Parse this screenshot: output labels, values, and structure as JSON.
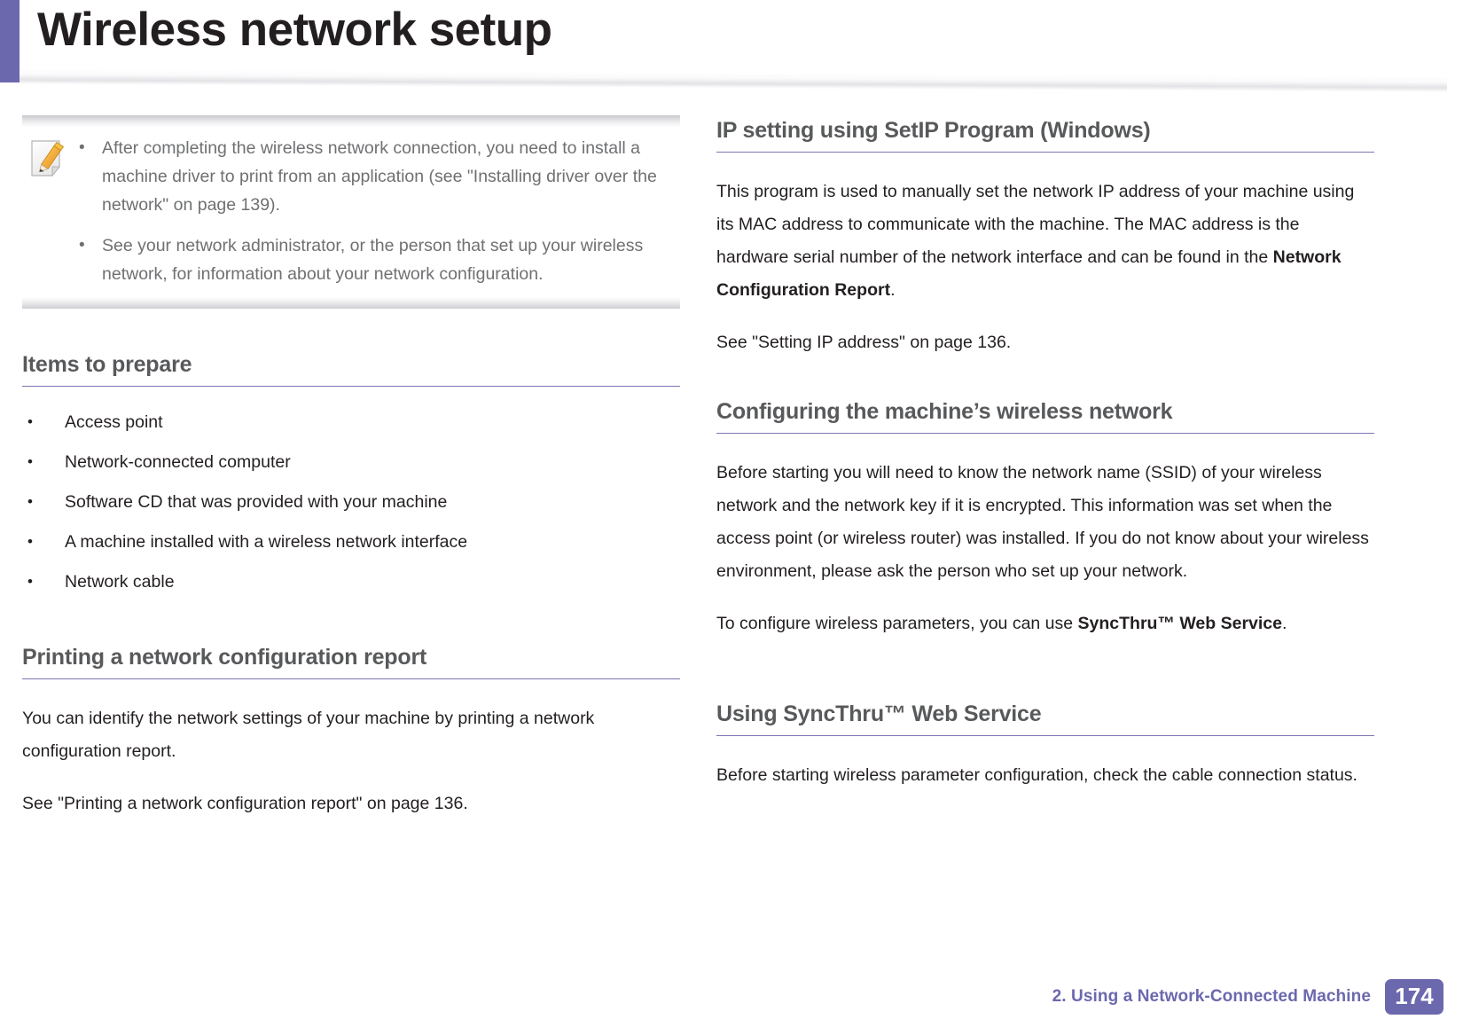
{
  "page": {
    "title": "Wireless network setup",
    "accent_color": "#6b68ae",
    "heading_color": "#58595b",
    "rule_color": "#7b76b3"
  },
  "note": {
    "icon": "note-pencil-icon",
    "items": [
      "After completing the wireless network connection, you need to install a machine driver to print from an application (see \"Installing driver over the network\" on page 139).",
      "See your network administrator, or the person that set up your wireless network, for information about your network configuration."
    ],
    "bullet": "•"
  },
  "left_column": {
    "sections": [
      {
        "heading": "Items to prepare",
        "bullets": [
          "Access point",
          "Network-connected computer",
          "Software CD that was provided with your machine",
          "A machine installed with a wireless network interface",
          "Network cable"
        ]
      },
      {
        "heading": "Printing a network configuration report",
        "paragraphs": [
          "You can identify the network settings of your machine by printing a network configuration report.",
          "See \"Printing a network configuration report\" on page 136."
        ]
      }
    ]
  },
  "right_column": {
    "sections": [
      {
        "heading": "IP setting using SetIP Program (Windows)",
        "para1_pre": "This program is used to manually set the network IP address of your machine using its MAC address to communicate with the machine. The MAC address is the hardware serial number of the network interface and can be found in the ",
        "para1_bold": "Network Configuration Report",
        "para1_post": ".",
        "para2": "See \"Setting IP address\" on page 136."
      },
      {
        "heading": "Configuring the machine’s wireless network",
        "para1": "Before starting you will need to know the network name (SSID) of your wireless network and the network key if it is encrypted. This information was set when the access point (or wireless router) was installed. If you do not know about your wireless environment, please ask the person who set up your network.",
        "para2_pre": "To configure wireless parameters, you can use ",
        "para2_bold": "SyncThru™ Web Service",
        "para2_post": "."
      },
      {
        "heading": "Using SyncThru™ Web Service",
        "para1": "Before starting wireless parameter configuration, check the cable connection status."
      }
    ]
  },
  "footer": {
    "chapter_label": "2.  Using a Network-Connected Machine",
    "page_number": "174"
  }
}
